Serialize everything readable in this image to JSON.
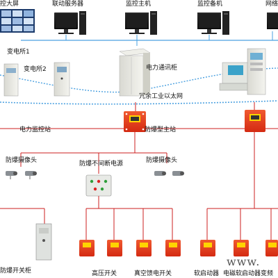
{
  "top_devices": [
    {
      "label": "控大屏"
    },
    {
      "label": "联动服务器"
    },
    {
      "label": "监控主机"
    },
    {
      "label": "监控备机"
    },
    {
      "label": "网络"
    }
  ],
  "substations": [
    {
      "label": "变电所1"
    },
    {
      "label": "变电所2"
    }
  ],
  "power_cabinet": {
    "label": "电力通讯柜"
  },
  "ethernet_ring": {
    "label": "冗余工业以太网"
  },
  "power_station": {
    "label": "电力监控站"
  },
  "explosion_master": {
    "label": "防爆型主站"
  },
  "cameras_left": {
    "label": "防爆摄像头"
  },
  "cameras_right": {
    "label": "防爆摄像头"
  },
  "ups": {
    "label": "防爆不间断电源"
  },
  "bottom_devices": [
    {
      "label": "防爆开关柜"
    },
    {
      "label": "高压开关"
    },
    {
      "label": "真空馈电开关"
    },
    {
      "label": "软启动器"
    },
    {
      "label": "电磁软启动器"
    },
    {
      "label": "变频"
    }
  ],
  "watermark": {
    "text": "www."
  },
  "colors": {
    "ring": "#4aa0e0",
    "link": "#cc1f1f",
    "explosion_box": "#e8341c",
    "accent": "#ffd400"
  }
}
